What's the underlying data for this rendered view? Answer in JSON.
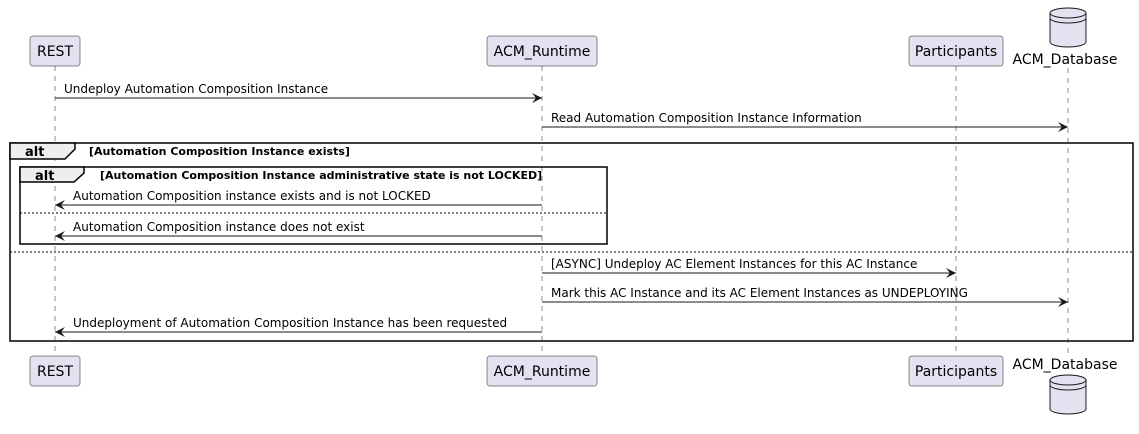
{
  "participants": [
    {
      "id": "rest",
      "label": "REST",
      "kind": "box"
    },
    {
      "id": "runtime",
      "label": "ACM_Runtime",
      "kind": "box"
    },
    {
      "id": "participants",
      "label": "Participants",
      "kind": "box"
    },
    {
      "id": "database",
      "label": "ACM_Database",
      "kind": "database"
    }
  ],
  "messages": [
    {
      "from": "rest",
      "to": "runtime",
      "label": "Undeploy Automation Composition Instance"
    },
    {
      "from": "runtime",
      "to": "database",
      "label": "Read Automation Composition Instance Information"
    },
    {
      "from": "runtime",
      "to": "rest",
      "label": "Automation Composition instance exists and is not LOCKED"
    },
    {
      "from": "runtime",
      "to": "rest",
      "label": "Automation Composition instance does not exist"
    },
    {
      "from": "runtime",
      "to": "participants",
      "label": "[ASYNC] Undeploy AC Element Instances for this AC Instance"
    },
    {
      "from": "runtime",
      "to": "database",
      "label": "Mark this AC Instance and its AC Element Instances as UNDEPLOYING"
    },
    {
      "from": "runtime",
      "to": "rest",
      "label": "Undeployment of Automation Composition Instance has been requested"
    }
  ],
  "fragments": [
    {
      "keyword": "alt",
      "guard": "[Automation Composition Instance exists]"
    },
    {
      "keyword": "alt",
      "guard": "[Automation Composition Instance administrative state is not LOCKED]"
    }
  ],
  "colors": {
    "participant_fill": "#E2E2F0",
    "line": "#181818",
    "frame_tab": "#EEEEEE"
  }
}
